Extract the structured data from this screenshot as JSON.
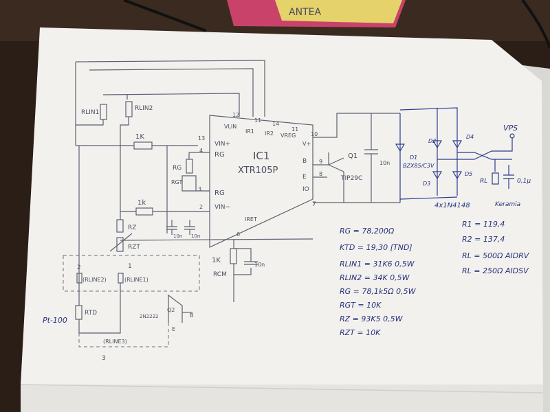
{
  "image": {
    "colors": {
      "desk": "#2a1d16",
      "paper": "#f2f1ee",
      "pencil": "#5d6170",
      "pen": "#2c3c8e"
    },
    "schematic": {
      "ic_label": "IC1",
      "ic_part": "XTR105P",
      "transistor": "Q1",
      "transistor_part": "TIP29C",
      "transistor2": "Q2",
      "transistor2_part": "2N2222",
      "cap_10n": "10n",
      "diode_d1": "D1",
      "zener_part": "BZX85/C3V",
      "diode_bridge_part": "4x1N4148",
      "vps": "VPS",
      "rl": "RL",
      "cap_small": "0,1μ",
      "ceramic": "Keramia",
      "pt100": "Pt-100",
      "r_1k_a": "1K",
      "r_1k_b": "1k",
      "r_1k_c": "1K",
      "rcm": "RCM",
      "rtd": "RTD",
      "rlin1": "RLIN1",
      "rlin2": "RLIN2",
      "rg": "RG",
      "rgt": "RGT",
      "rz": "RZ",
      "rzt": "RZT",
      "rlin2_p": "(RLINE2)",
      "rlin1_p": "(RLINE1)",
      "rline3": "(RLINE3)",
      "vlin": "VLIN",
      "ir1": "IR1",
      "ir2": "IR2",
      "vreg": "VREG",
      "vplus": "V+",
      "vin_plus": "VIN+",
      "vin_minus": "VIN−",
      "iret": "IRET",
      "pin_b": "B",
      "pin_e": "E",
      "pin_io": "IO",
      "pin12": "12",
      "pin11": "11",
      "pin14": "14",
      "pin10": "10",
      "pin13": "13",
      "pin4": "4",
      "pin3": "3",
      "pin2": "2",
      "pin7": "7",
      "pin9": "9",
      "pin8": "8",
      "pin6": "6",
      "node1": "1",
      "node2": "2",
      "node3": "3"
    },
    "notes_left": [
      "RG = 78,200Ω",
      "KTD = 19,30 [TND]",
      "RLIN1 = 31K6   0,5W",
      "RLIN2 = 34K    0,5W",
      "RG = 78,1k5Ω  0,5W",
      "RGT = 10K",
      "RZ = 93K5     0,5W",
      "RZT = 10K"
    ],
    "notes_right": [
      "R1 = 119,4",
      "R2 = 137,4",
      "RL = 500Ω AIDRV",
      "RL = 250Ω AIDSV"
    ],
    "book_text": "ANTEA"
  }
}
